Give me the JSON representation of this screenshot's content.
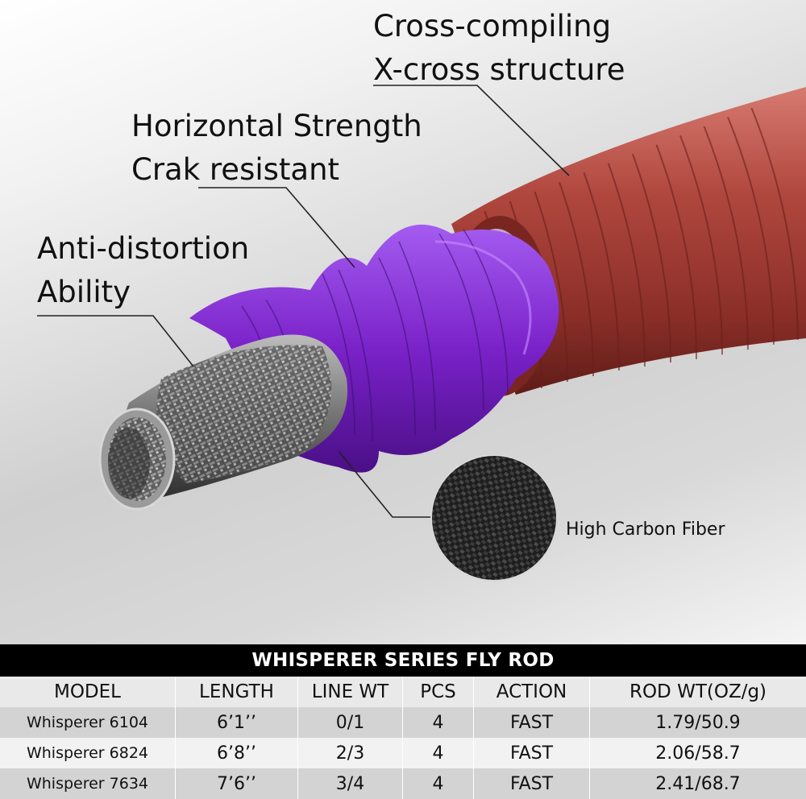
{
  "callouts": {
    "cross_line1": "Cross-compiling",
    "cross_line2": "X-cross structure",
    "horiz_line1": "Horizontal Strength",
    "horiz_line2": "Crak resistant",
    "anti_line1": "Anti-distortion",
    "anti_line2": "Ability",
    "carbon": "High Carbon Fiber"
  },
  "colors": {
    "outer_layer": "#b0473e",
    "middle_layer": "#7a22c9",
    "inner_layer": "#6e6e6e",
    "table_title_bg": "#000000"
  },
  "table": {
    "title": "WHISPERER SERIES  FLY ROD",
    "headers": [
      "MODEL",
      "LENGTH",
      "LINE WT",
      "PCS",
      "ACTION",
      "ROD WT(OZ/g)"
    ],
    "rows": [
      [
        "Whisperer 6104",
        "6’1’’",
        "0/1",
        "4",
        "FAST",
        "1.79/50.9"
      ],
      [
        "Whisperer 6824",
        "6’8’’",
        "2/3",
        "4",
        "FAST",
        "2.06/58.7"
      ],
      [
        "Whisperer 7634",
        "7’6’’",
        "3/4",
        "4",
        "FAST",
        "2.41/68.7"
      ]
    ]
  }
}
